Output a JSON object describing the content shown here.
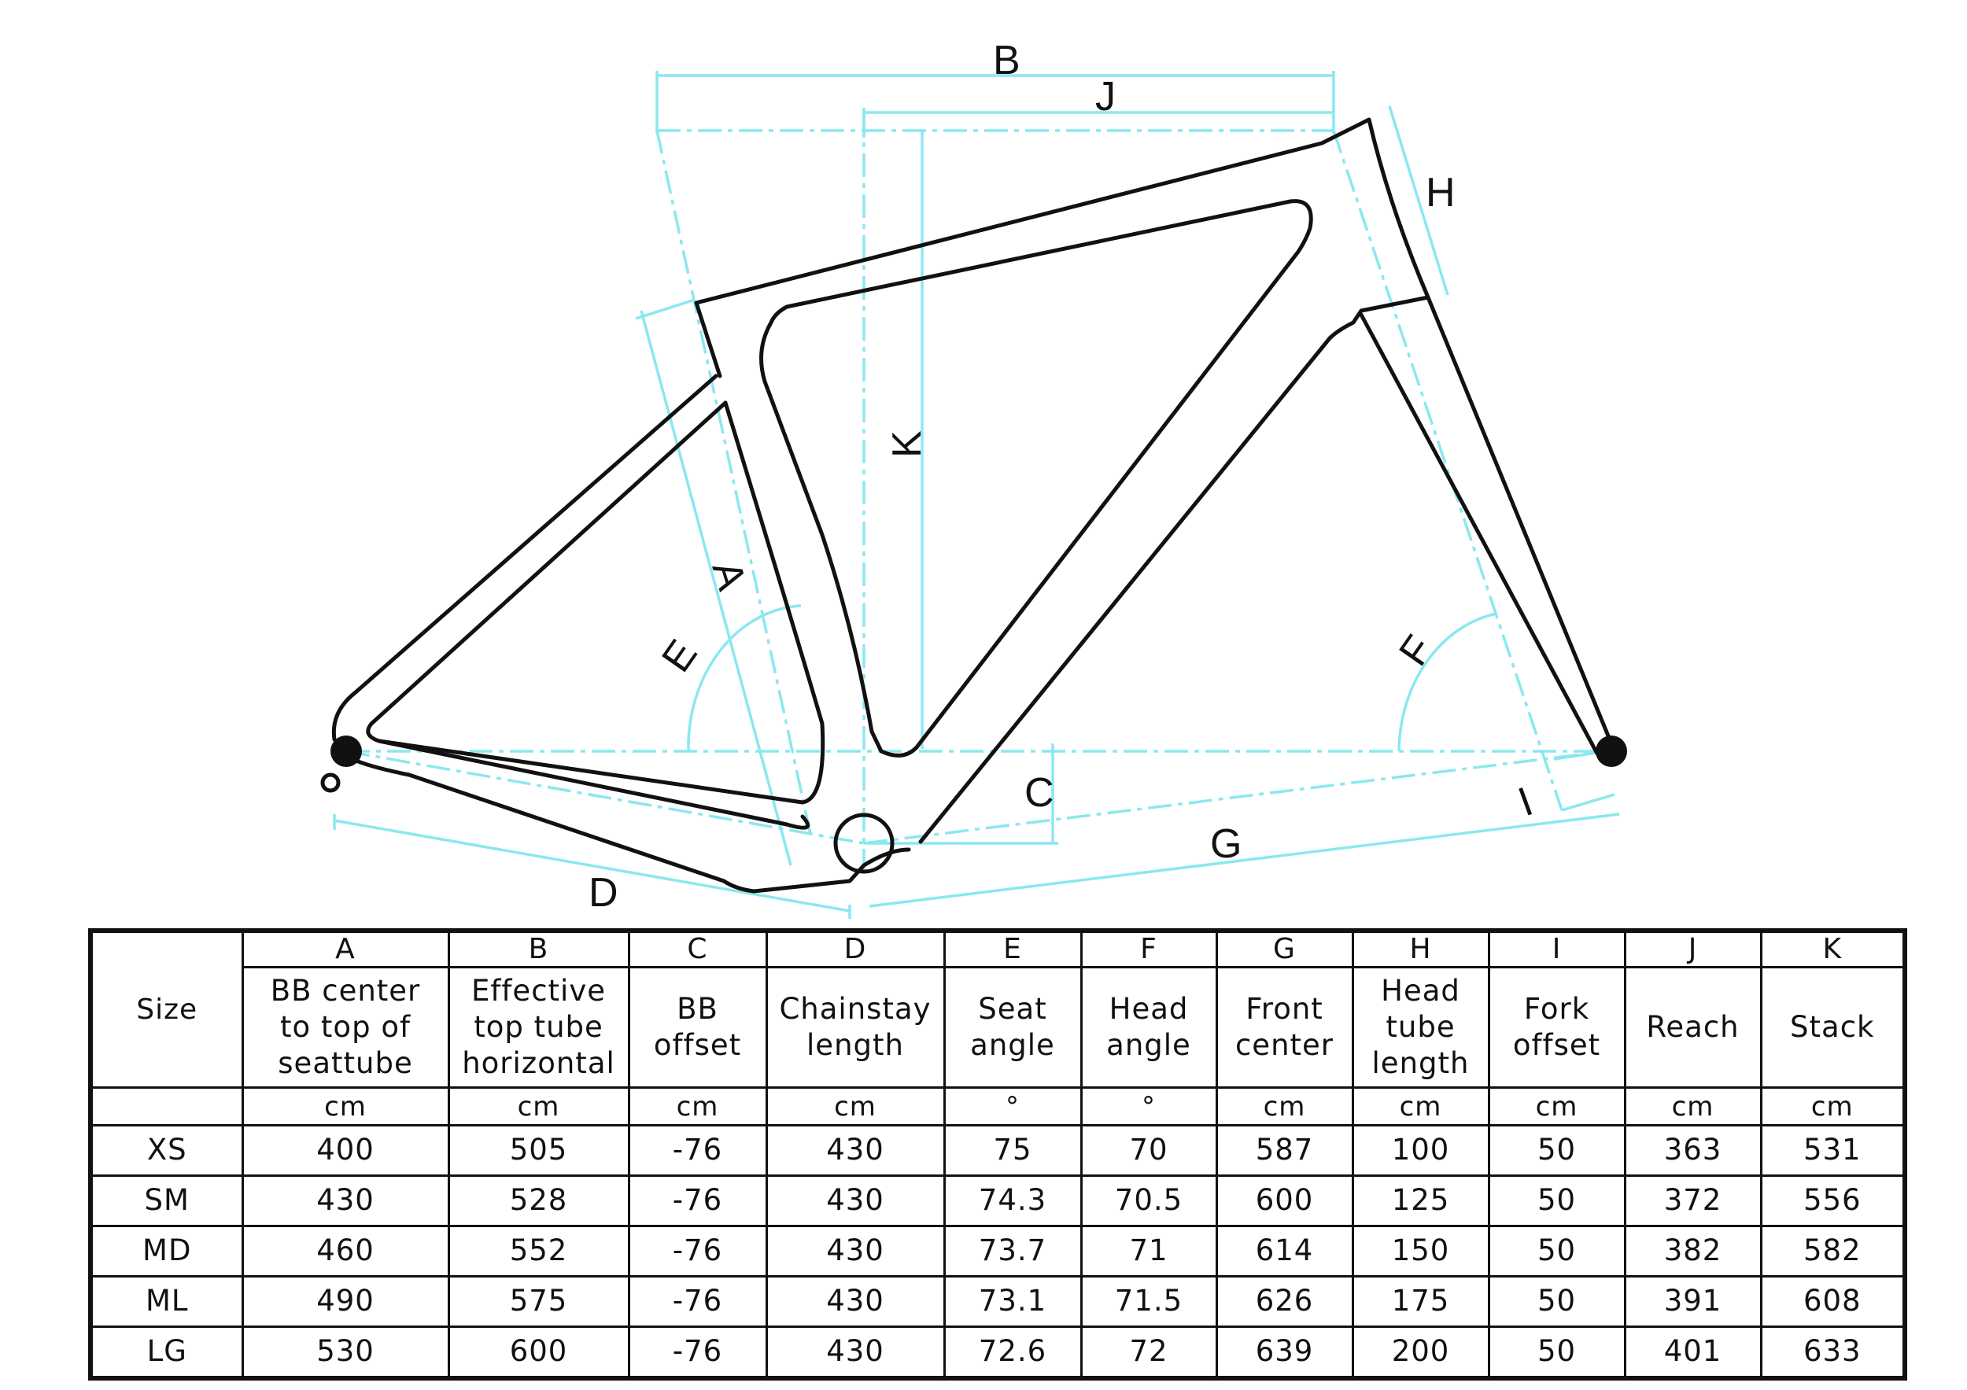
{
  "diagram": {
    "labels": {
      "A": "A",
      "B": "B",
      "C": "C",
      "D": "D",
      "E": "E",
      "F": "F",
      "G": "G",
      "H": "H",
      "I": "I",
      "J": "J",
      "K": "K"
    },
    "colors": {
      "dimension_lines": "#8ae8ef",
      "frame": "#111111"
    }
  },
  "table": {
    "size_header": "Size",
    "columns": [
      {
        "letter": "A",
        "desc": [
          "BB center",
          "to top of",
          "seattube"
        ],
        "unit": "cm"
      },
      {
        "letter": "B",
        "desc": [
          "Effective",
          "top tube",
          "horizontal"
        ],
        "unit": "cm"
      },
      {
        "letter": "C",
        "desc": [
          "BB",
          "offset"
        ],
        "unit": "cm"
      },
      {
        "letter": "D",
        "desc": [
          "Chainstay",
          "length"
        ],
        "unit": "cm"
      },
      {
        "letter": "E",
        "desc": [
          "Seat",
          "angle"
        ],
        "unit": "°"
      },
      {
        "letter": "F",
        "desc": [
          "Head",
          "angle"
        ],
        "unit": "°"
      },
      {
        "letter": "G",
        "desc": [
          "Front",
          "center"
        ],
        "unit": "cm"
      },
      {
        "letter": "H",
        "desc": [
          "Head",
          "tube",
          "length"
        ],
        "unit": "cm"
      },
      {
        "letter": "I",
        "desc": [
          "Fork",
          "offset"
        ],
        "unit": "cm"
      },
      {
        "letter": "J",
        "desc": [
          "Reach"
        ],
        "unit": "cm"
      },
      {
        "letter": "K",
        "desc": [
          "Stack"
        ],
        "unit": "cm"
      }
    ],
    "rows": [
      {
        "size": "XS",
        "values": [
          "400",
          "505",
          "-76",
          "430",
          "75",
          "70",
          "587",
          "100",
          "50",
          "363",
          "531"
        ]
      },
      {
        "size": "SM",
        "values": [
          "430",
          "528",
          "-76",
          "430",
          "74.3",
          "70.5",
          "600",
          "125",
          "50",
          "372",
          "556"
        ]
      },
      {
        "size": "MD",
        "values": [
          "460",
          "552",
          "-76",
          "430",
          "73.7",
          "71",
          "614",
          "150",
          "50",
          "382",
          "582"
        ]
      },
      {
        "size": "ML",
        "values": [
          "490",
          "575",
          "-76",
          "430",
          "73.1",
          "71.5",
          "626",
          "175",
          "50",
          "391",
          "608"
        ]
      },
      {
        "size": "LG",
        "values": [
          "530",
          "600",
          "-76",
          "430",
          "72.6",
          "72",
          "639",
          "200",
          "50",
          "401",
          "633"
        ]
      }
    ]
  }
}
